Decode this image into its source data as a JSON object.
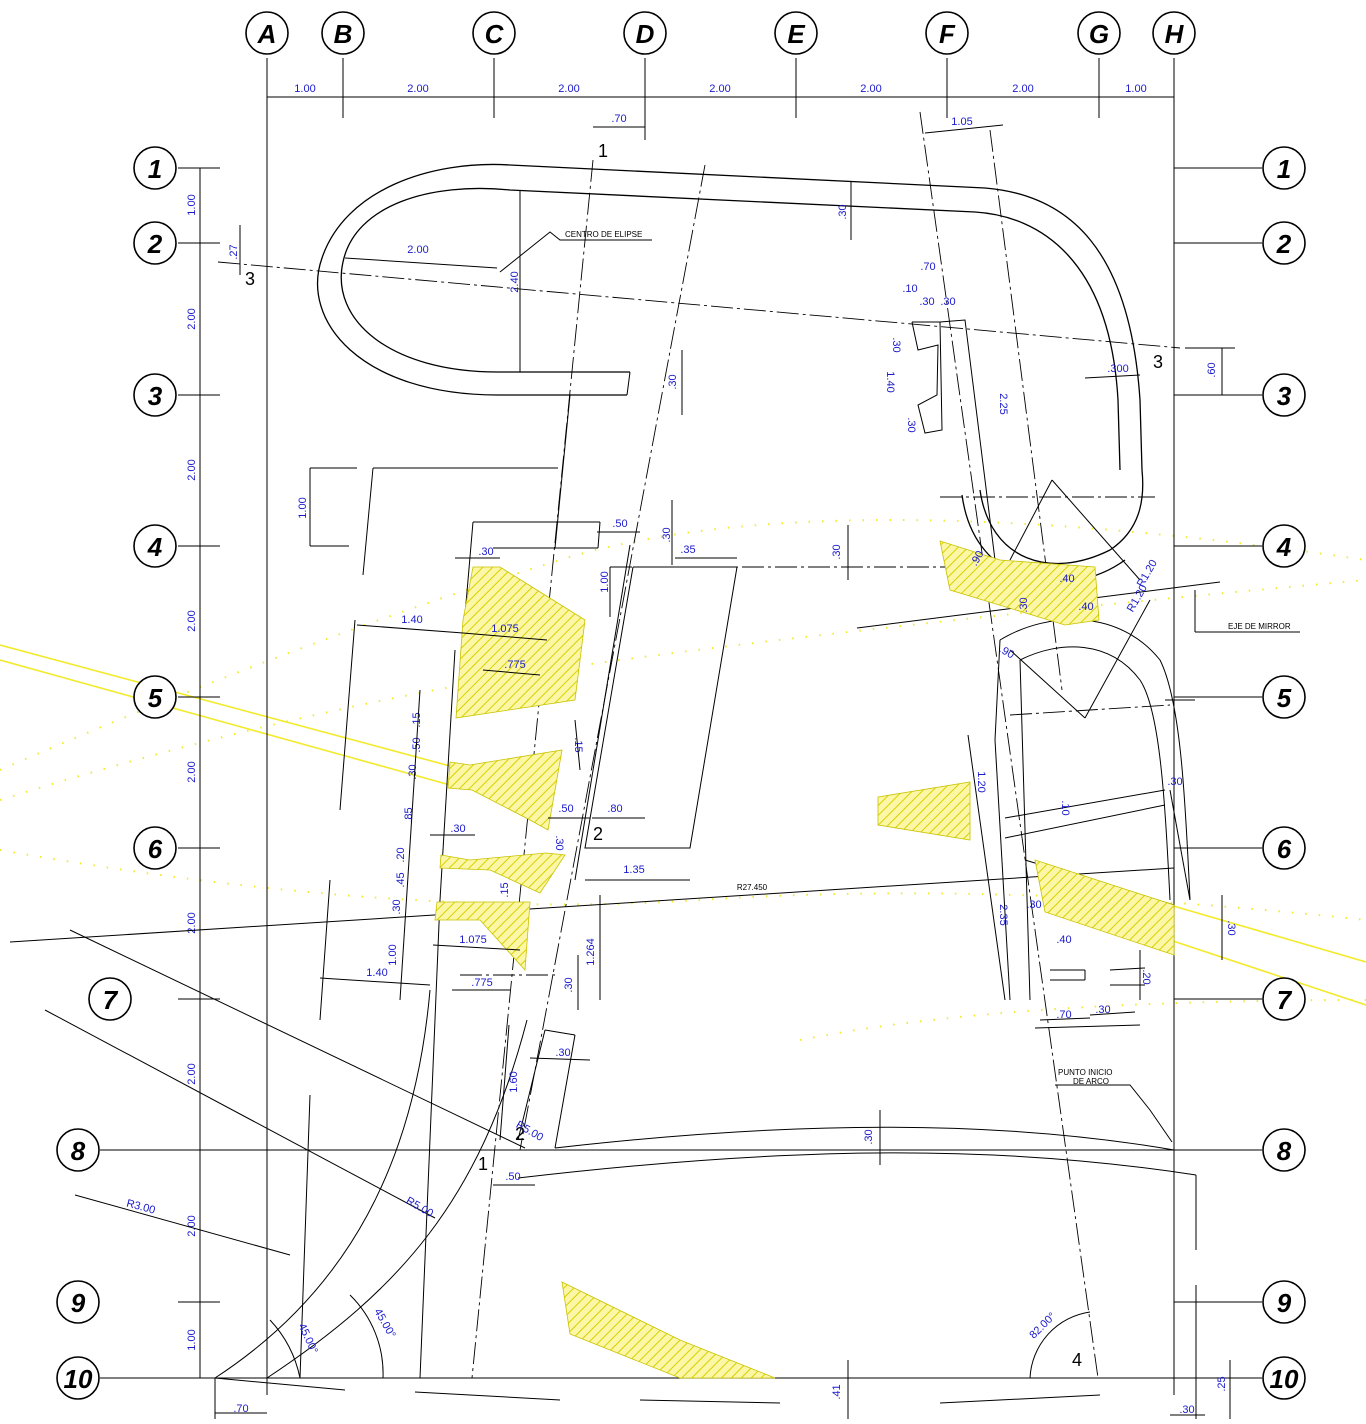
{
  "grid": {
    "columns": [
      "A",
      "B",
      "C",
      "D",
      "E",
      "F",
      "G",
      "H"
    ],
    "rows": [
      "1",
      "2",
      "3",
      "4",
      "5",
      "6",
      "7",
      "8",
      "9",
      "10"
    ],
    "column_spacings": [
      "1.00",
      "2.00",
      "2.00",
      "2.00",
      "2.00",
      "2.00",
      "1.00"
    ],
    "row_spacings": [
      "1.00",
      "2.00",
      "2.00",
      "2.00",
      "2.00",
      "2.00",
      "2.00",
      "2.00",
      "1.00"
    ]
  },
  "annotations": {
    "ellipse_center": "CENTRO DE ELIPSE",
    "mirror_axis": "EJE DE MIRROR",
    "arc_start_1": "PUNTO INICIO",
    "arc_start_2": "DE ARCO"
  },
  "section_marks": {
    "s1_top": "1",
    "s1_bottom": "1",
    "s2_mid": "2",
    "s2_low": "2",
    "s3_left": "3",
    "s3_right": "3",
    "s4": "4"
  },
  "dimensions": {
    "d_070_top": ".70",
    "d_105": "1.05",
    "d_200_ellipse": "2.00",
    "d_240": "2.40",
    "d_030_top": ".30",
    "d_027": ".27",
    "d_030_vert": ".30",
    "d_100_left": "1.00",
    "d_070_f": ".70",
    "d_010_f": ".10",
    "d_030_f1": ".30",
    "d_030_f2": ".30",
    "d_030_fv": ".30",
    "d_140_fv": "1.40",
    "d_030_fv2": ".30",
    "d_225": "2.25",
    "d_300": ".300",
    "d_060": ".60",
    "d_050_c": ".50",
    "d_030_c": ".30",
    "d_035": ".35",
    "d_030_d": ".30",
    "d_100_d": "1.00",
    "d_030_cl": ".30",
    "d_140_a": "1.40",
    "d_1075_a": "1.075",
    "d_775_a": ".775",
    "d_015_a": ".15",
    "d_050_a": ".50",
    "d_030_a": ".30",
    "d_085": ".85",
    "d_015_b": ".15",
    "d_050_b": ".50",
    "d_080": ".80",
    "d_030_b": ".30",
    "d_020": ".20",
    "d_030_bv": ".30",
    "d_135": "1.35",
    "d_045": ".45",
    "d_015_c": ".15",
    "d_030_e": ".30",
    "d_1075_b": "1.075",
    "d_100_b": "1.00",
    "d_140_b": "1.40",
    "d_775_b": ".775",
    "d_1264": "1.264",
    "d_030_g": ".30",
    "r_27450": "R27.450",
    "r_120_a": "R1.20",
    "r_120_b": "R1.20",
    "d_040_a": ".40",
    "d_030_h": ".30",
    "d_040_b": ".40",
    "d_090": ".90",
    "r_090": ".90",
    "d_120_v": "1.20",
    "d_030_i": ".30",
    "d_010_i": ".10",
    "d_235": "2.35",
    "d_030_j": ".30",
    "d_040_c": ".40",
    "d_020_b": ".20",
    "d_070_g": ".70",
    "d_030_k": ".30",
    "d_030_r": ".30",
    "d_030_l": ".30",
    "d_160": "1.60",
    "r_500_a": "R5.00",
    "d_030_m": ".30",
    "d_050_m": ".50",
    "r_300": "R3.00",
    "r_500_b": "R5.00",
    "a_45_a": "45.00°",
    "a_45_b": "45.00°",
    "a_82": "82.00°",
    "d_041": ".41",
    "d_025": ".25",
    "d_070_bot": ".70",
    "d_030_bot": ".30"
  }
}
